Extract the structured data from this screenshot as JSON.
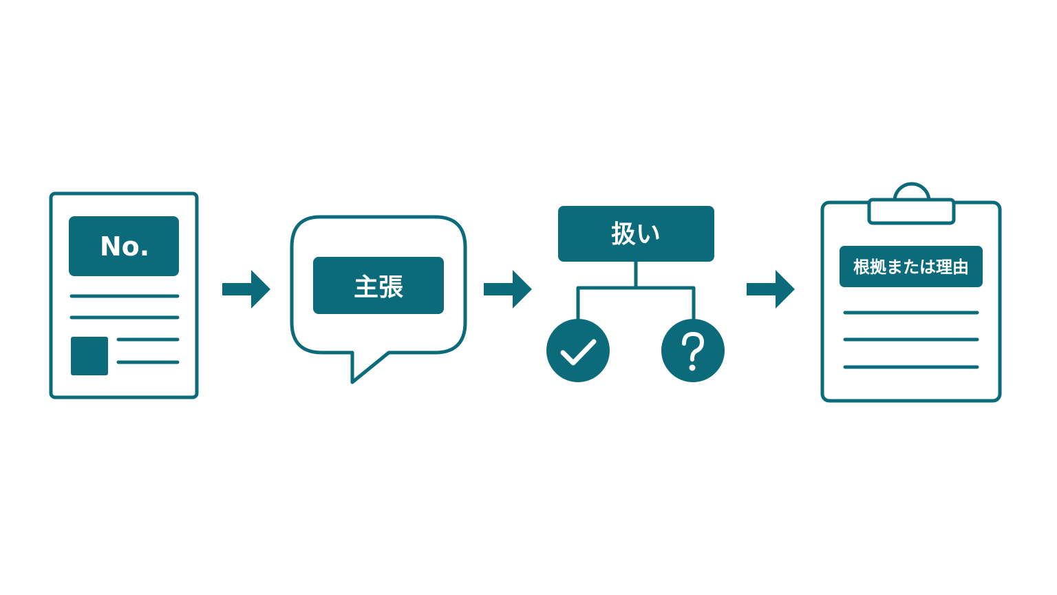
{
  "colors": {
    "primary": "#0b6b7a",
    "background": "#ffffff",
    "label_text": "#ffffff"
  },
  "steps": [
    {
      "icon": "document-icon",
      "label": "No."
    },
    {
      "icon": "speech-bubble-icon",
      "label": "主張"
    },
    {
      "icon": "decision-tree-icon",
      "label": "扱い",
      "branches": [
        "check-icon",
        "question-icon"
      ]
    },
    {
      "icon": "clipboard-icon",
      "label": "根拠または理由"
    }
  ],
  "connectors": [
    "arrow-right-icon",
    "arrow-right-icon",
    "arrow-right-icon"
  ]
}
